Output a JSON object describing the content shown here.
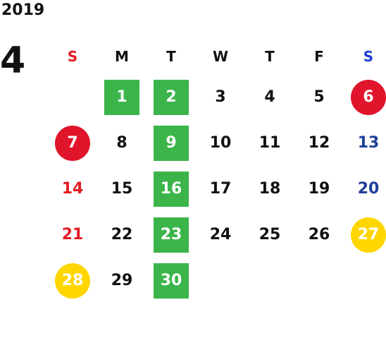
{
  "header": {
    "year": "2019",
    "month": "4"
  },
  "weekdays": [
    "S",
    "M",
    "T",
    "W",
    "T",
    "F",
    "S"
  ],
  "colors": {
    "sunday": "#e31b23",
    "saturday": "#1e3f9a",
    "saturday_header": "#1f3fd6",
    "highlight_green": "#3bb54a",
    "highlight_red": "#e0142a",
    "highlight_yellow": "#ffd600"
  },
  "weeks": [
    [
      "",
      "1",
      "2",
      "3",
      "4",
      "5",
      "6"
    ],
    [
      "7",
      "8",
      "9",
      "10",
      "11",
      "12",
      "13"
    ],
    [
      "14",
      "15",
      "16",
      "17",
      "18",
      "19",
      "20"
    ],
    [
      "21",
      "22",
      "23",
      "24",
      "25",
      "26",
      "27"
    ],
    [
      "28",
      "29",
      "30",
      "",
      "",
      "",
      ""
    ]
  ]
}
